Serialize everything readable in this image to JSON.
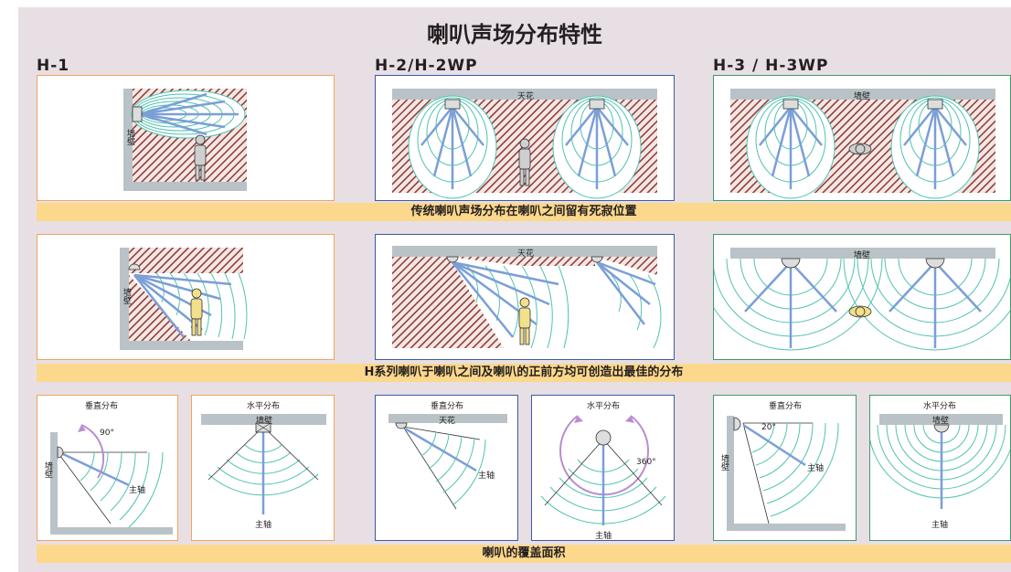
{
  "title": "喇叭声场分布特性",
  "models": [
    "H-1",
    "H-2/H-2WP",
    "H-3 / H-3WP"
  ],
  "bands": [
    "传统喇叭声场分布在喇叭之间留有死寂位置",
    "H系列喇叭于喇叭之间及喇叭的正前方均可创造出最佳的分布",
    "喇叭的覆盖面积"
  ],
  "labels": {
    "ceiling": "天花",
    "wall": "墙壁",
    "vertical": "垂直分布",
    "horizontal": "水平分布",
    "axis": "主轴",
    "deg90": "90°",
    "deg360": "360°",
    "deg20": "20°"
  },
  "colors": {
    "background": "#e8dfe4",
    "band": "#fcd88c",
    "orange_frame": "#f0a35b",
    "blue_frame": "#3b5ba5",
    "green_frame": "#3f9a6c",
    "wave": "#4fc3b0",
    "arrow": "#7b9fd6",
    "hatch": "#8a3a36"
  }
}
